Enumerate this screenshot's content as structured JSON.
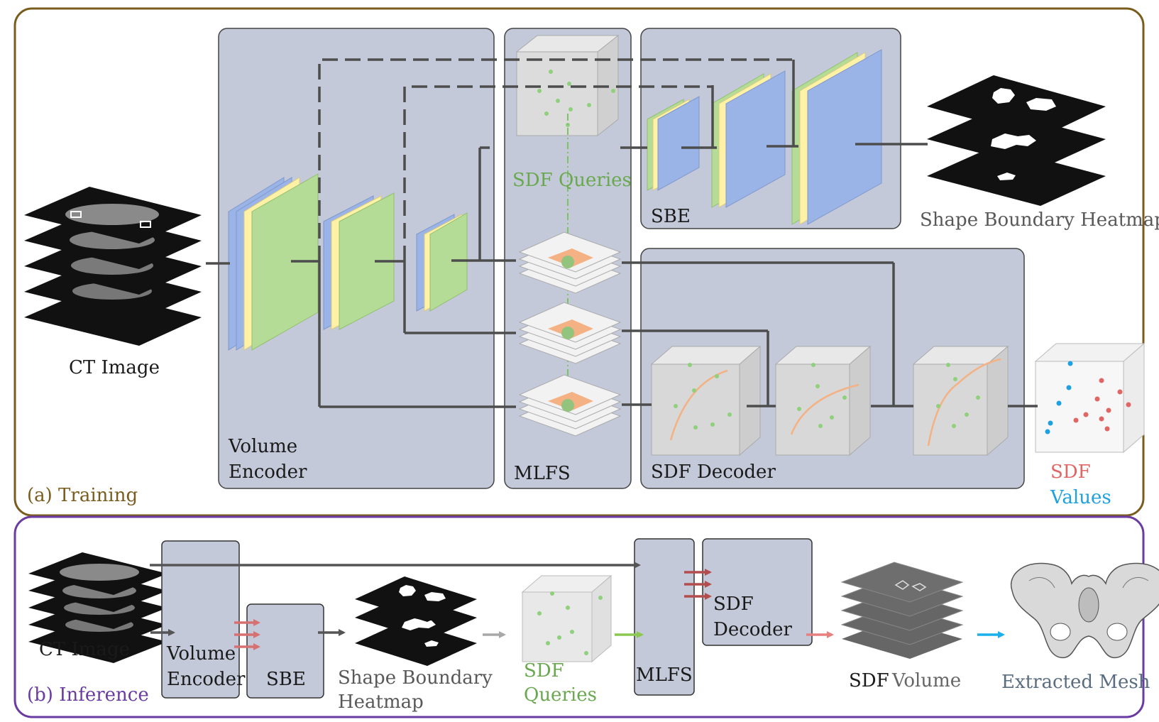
{
  "training": {
    "label": "(a) Training",
    "ct_image": "CT Image",
    "volume_encoder": [
      "Volume",
      "Encoder"
    ],
    "mlfs": "MLFS",
    "sbe": "SBE",
    "sdf_decoder": "SDF Decoder",
    "sdf_queries": "SDF Queries",
    "shape_boundary_heatmap": "Shape Boundary Heatmap",
    "sdf_values": [
      "SDF",
      "Values"
    ]
  },
  "inference": {
    "label": "(b) Inference",
    "ct_image": "CT Image",
    "volume_encoder": [
      "Volume",
      "Encoder"
    ],
    "sbe": "SBE",
    "shape_boundary_heatmap": [
      "Shape Boundary",
      "Heatmap"
    ],
    "sdf_queries": [
      "SDF",
      "Queries"
    ],
    "mlfs": "MLFS",
    "sdf_decoder": [
      "SDF",
      "Decoder"
    ],
    "sdf_volume": [
      "SDF",
      "Volume"
    ],
    "extracted_mesh": "Extracted Mesh"
  },
  "colors": {
    "training_border": "#7a5c1e",
    "inference_border": "#6a3ba0",
    "block_fill": "#c3c9d9",
    "queries_green": "#6aa84f",
    "sdf_red": "#e06666",
    "values_blue": "#1fa0e0",
    "feature_green": "#b4dc96",
    "feature_blue": "#9bb4e8",
    "feature_yellow": "#fff2a6",
    "arrow_red": "#e88080",
    "arrow_dark_red": "#b34d4d",
    "arrow_green": "#8cc850",
    "arrow_cyan": "#1ab0ec",
    "connector_gray": "#4d4d4d"
  },
  "icons": [
    "ct-slice-stack-icon",
    "heatmap-stack-icon",
    "query-cube-icon",
    "feature-map-icon",
    "pelvis-mesh-icon"
  ]
}
